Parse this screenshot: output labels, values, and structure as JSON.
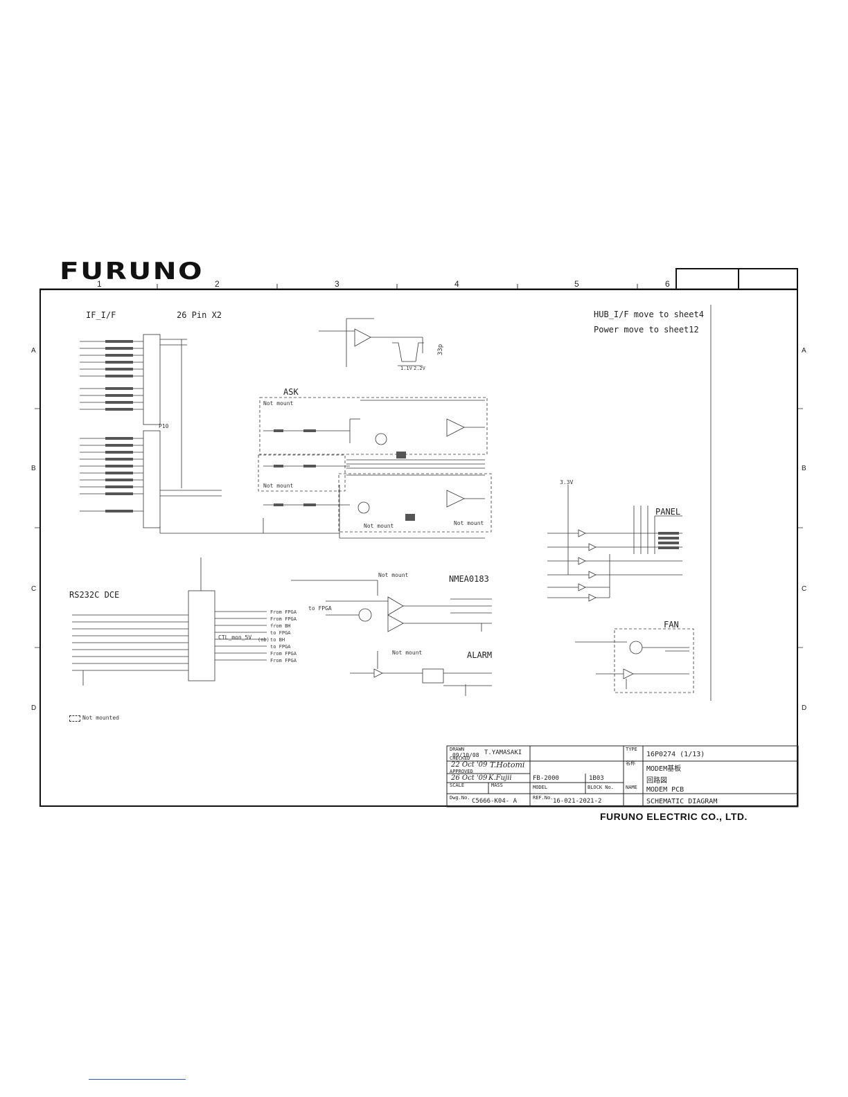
{
  "header": {
    "logo_text": "FURUNO",
    "column_numbers": [
      "1",
      "2",
      "3",
      "4",
      "5",
      "6"
    ],
    "row_letters": [
      "A",
      "B",
      "C",
      "D"
    ]
  },
  "sections": {
    "if_if": "IF_I/F",
    "pin": "26 Pin X2",
    "hub_note": "HUB_I/F move to sheet4",
    "power_note": "Power move to sheet12",
    "ask": "ASK",
    "ask_not_mount_1": "Not mount",
    "ask_not_mount_2": "Not mount",
    "ask_not_mount_3": "Not mount",
    "ask_not_mount_4": "Not mount",
    "panel": "PANEL",
    "rs232c": "RS232C DCE",
    "nmea": "NMEA0183",
    "to_fpga": "to FPGA",
    "alarm": "ALARM",
    "fan": "FAN",
    "nmea_not_mount": "Not mount",
    "alarm_not_mount": "Not mount",
    "legend_not_mounted": "Not mounted",
    "p10": "P10",
    "waveform_1": "1.1V",
    "waveform_2": "2.2V",
    "cap_label": "33p",
    "panel_v": "3.3V",
    "ctrl_note": "CTL_mon_5V"
  },
  "rs232_labels": [
    "From FPGA",
    "From FPGA",
    "from BH",
    "to FPGA",
    "(nb)",
    "to BH",
    "to FPGA",
    "From FPGA",
    "From FPGA"
  ],
  "title_block": {
    "drawn_label": "DRAWN",
    "drawn_date": "09/10/08",
    "drawn_by": "T.YAMASAKI",
    "checked_label": "CHECKED",
    "checked_date": "22 Oct '09",
    "checked_by": "T.Hotomi",
    "approved_label": "APPROVED",
    "approved_date": "26 Oct '09",
    "approved_by": "K.Fujii",
    "scale_label": "SCALE",
    "mass_label": "MASS",
    "model_value": "FB-2000",
    "block_value": "1B03",
    "model_label": "MODEL",
    "block_label": "BLOCK No.",
    "dwg_label": "Dwg.No.",
    "dwg_value": "C5666-K04- A",
    "ref_label": "REF.No.",
    "ref_value": "16-021-2021-2",
    "type_label": "TYPE",
    "type_value": "16P0274 (1/13)",
    "name_jp_label": "名称",
    "name_jp_1": "MODEM基板",
    "name_jp_2": "回路図",
    "name_label": "NAME",
    "name_en_1": "MODEM PCB",
    "name_en_2": "SCHEMATIC DIAGRAM"
  },
  "company": "FURUNO ELECTRIC CO., LTD."
}
